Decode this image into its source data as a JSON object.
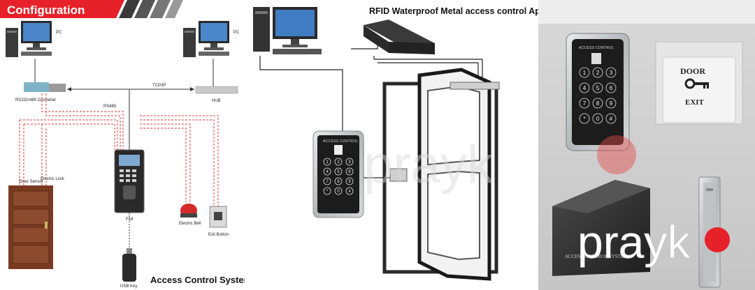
{
  "left_panel": {
    "header_title": "Configuration",
    "bottom_title": "Access Control System Application Diagram",
    "labels": {
      "pc_left": "PC",
      "pc_right": "PC",
      "converter": "RS232/485 Converter",
      "tcpip": "TCP/IP",
      "hub": "HUB",
      "rs485": "RS485",
      "door_sensor": "Door Sensor",
      "electric_lock": "Electric Lock",
      "terminal": "F18",
      "electric_bell": "Electric Bell",
      "exit_button": "Exit Button",
      "usb_key": "USB Key"
    }
  },
  "middle_panel": {
    "title": "RFID Waterproof Metal access control Application",
    "keypad_label": "ACCESS CONTROL",
    "keys": [
      "1",
      "2",
      "3",
      "4",
      "5",
      "6",
      "7",
      "8",
      "9",
      "*",
      "0",
      "#"
    ]
  },
  "right_panel": {
    "keypad_label": "ACCESS CONTROL",
    "keys": [
      "1",
      "2",
      "3",
      "4",
      "5",
      "6",
      "7",
      "8",
      "9",
      "*",
      "0",
      "#"
    ],
    "exit_plate": {
      "line1": "DOOR",
      "line2": "EXIT"
    },
    "power_box_label": "ACCESS CONTROL SYSTEM"
  },
  "watermark": {
    "text": "prayk"
  },
  "colors": {
    "header_red": "#e62129",
    "wire_red": "#e23a3a",
    "door_brown": "#7a3a22",
    "keypad_black": "#1c1c1c",
    "metal": "#b9bcbe"
  }
}
